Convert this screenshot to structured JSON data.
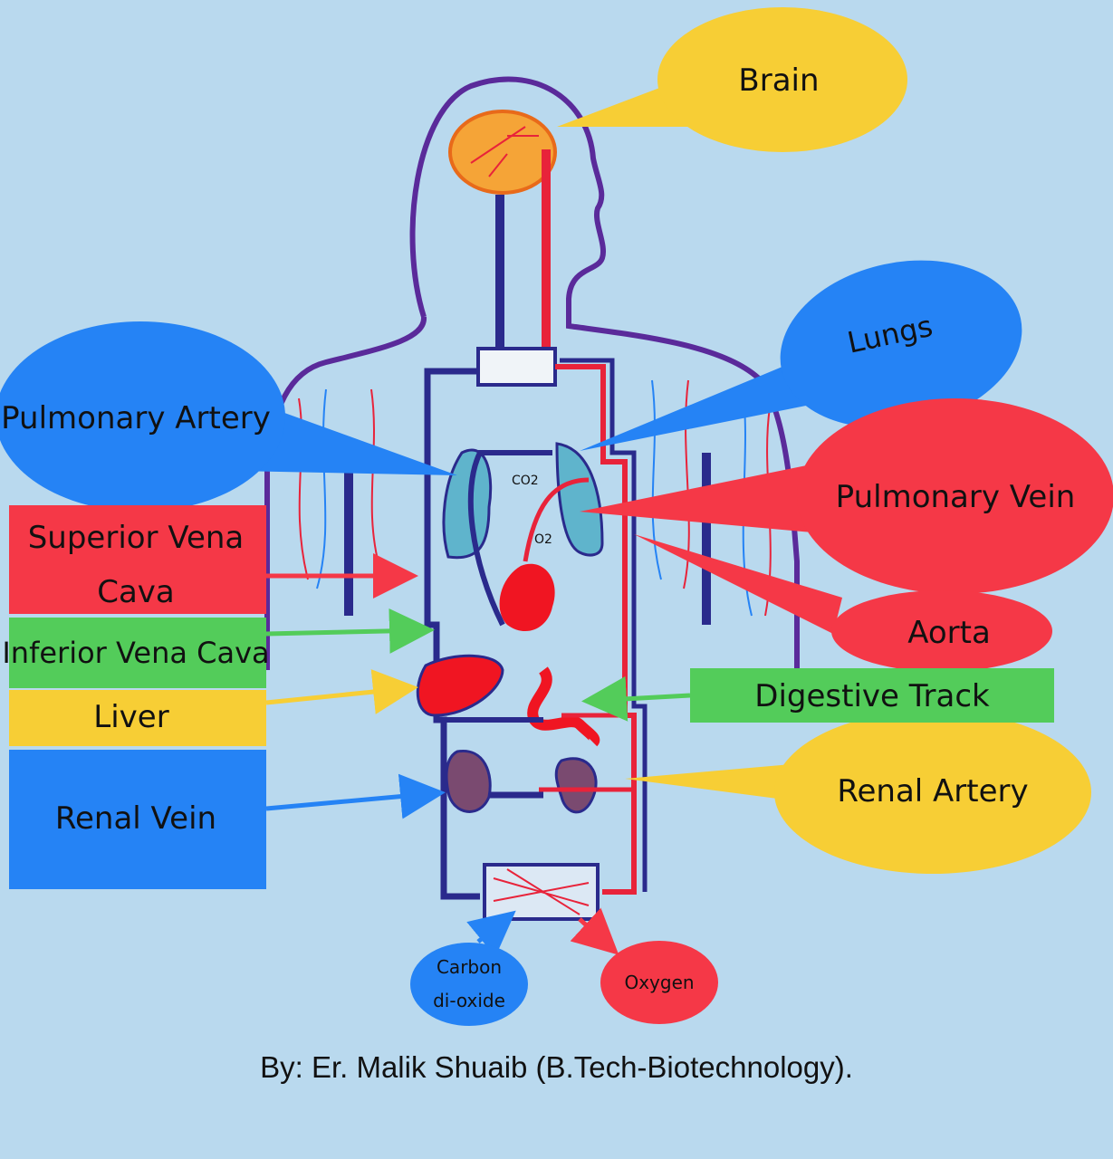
{
  "labels": {
    "brain": "Brain",
    "lungs": "Lungs",
    "pulmonary_artery": "Pulmonary Artery",
    "pulmonary_vein": "Pulmonary Vein",
    "superior_vena_cava_line1": "Superior Vena",
    "superior_vena_cava_line2": "Cava",
    "inferior_vena_cava": "Inferior Vena Cava",
    "liver": "Liver",
    "renal_vein": "Renal Vein",
    "aorta": "Aorta",
    "digestive_track": "Digestive Track",
    "renal_artery": "Renal Artery",
    "carbon_dioxide_line1": "Carbon",
    "carbon_dioxide_line2": "di-oxide",
    "oxygen": "Oxygen",
    "co2_mark": "CO2",
    "o2_mark": "O2"
  },
  "credit": "By: Er. Malik Shuaib (B.Tech-Biotechnology).",
  "colors": {
    "background": "#b9d9ee",
    "yellow": "#f7ce35",
    "blue": "#2583f5",
    "red": "#f53847",
    "green": "#53cc5a",
    "vein": "#2a2a8c",
    "artery": "#e8233a",
    "body_outline": "#5a2a9a",
    "brain": "#f5a437",
    "lung": "#5fb4cc",
    "kidney": "#7a4a70",
    "organ_red": "#f01522"
  }
}
